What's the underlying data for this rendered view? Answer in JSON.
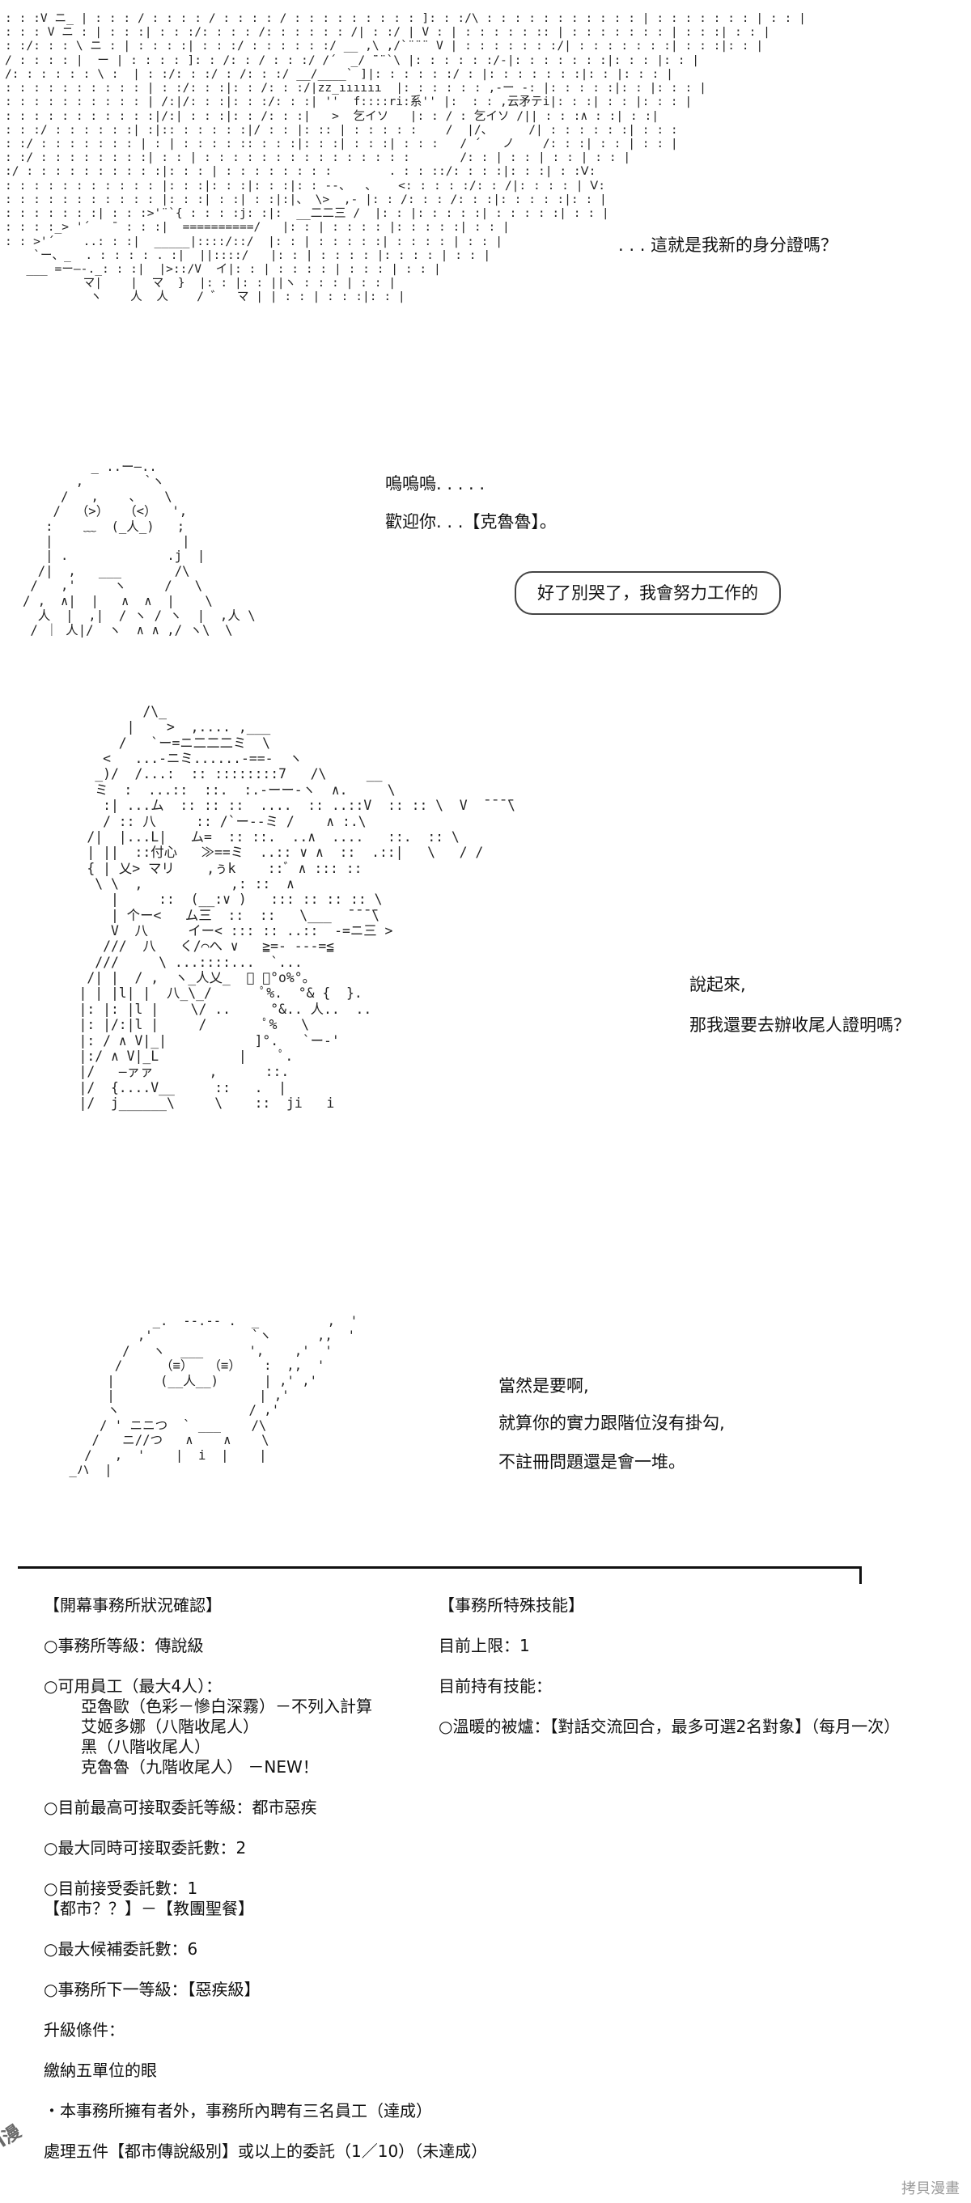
{
  "scene1": {
    "dialogue": ". . . 這就是我新的身分證嗎？",
    "art": ": : :V ニ_ | : : : / : : : : / : : : : / : : : : : : : : : ]: : :/\\ : : : : : : : : : : : | : : : : : : : | : : |\n: : : V ニ : | : : :| : : :/: : : : /: : : : : : /| : :/ | V : | : : : : : :: | : : : : : : : | : : :| : : |\n: :/: : : \\ ニ : | : : : :| : : :/ : : : : : :/ __ ,\\ ,/`¨¨¨ V | : : : : : : :/| : : : : : : :| : : :|: : |\n/ : : : : |  ー | : : : : ]: : /: : / : : :/ /´  _/ ̄¨¨`\\ |: : : : : :/-|: : : : : : :|: : : |: : |\n/: : : : : : \\ :  | : :/: : :/ : /: : :/ __/____` ]|: : : : : :/ : |: : : : : : :|: : |: : : |\n: : : : : : : : : : | : :/: : :|: : /: : :/|zz_ıııııı  |: : : : : : ,-ー -: |: : : : :|: : |: : : |\n: : : : : : : : : : | /:|/: : :|: : :/: : :| ''  f::::ri:系'' |:  : : ,云矛テi|: : :| : : |: : : |\n: : : : : : : : : : :|/:| : : :|: : /: : :|   >  乞イソ   |: : / : 乞イソ /|| : : :∧ : :| : :|\n: : :/ : : : : : :| :|:: : : : : :|/ : : |: :: | : : : : :    /  |/、     /| : : : : : :| : : :\n: :/ : : : : : : : | : | : : : : :: : : :|: : :| : : :| : : :   / ´   ノ    /: : :| : : | : : |\n: :/ : : : : : : : :| : : | : : : : : : : : : : : : : : :       /: : | : : | : : | : : |\n:/ : : : : : : : : : :|: : : | : : : : : : : :        . : : ::/: : : :|: : :| : :Ⅴ:\n: : : : : : : : : : : |: : :|: : :|: : :|: : --、  、   <: : : : :/: : /|: : : : | Ⅴ:\n: : : : : : : : : : : |: : :| : :| : :|:|、 \\>  ,- |: : /: : : /: : :|: : : : :|: : |\n: : : : : : :| : : :>'¨`{ : : : :j: :|:  __二二三 /  |: : |: : : : :| : : : : :| : : |\n: : : :_> '´   ¯ : : :|  ==========/   |: : | : : : : |: : : : :| : : |\n: : >'´    ..: : :|  _____|::::/::/  |: : | : : : : :| : : : : | : : |\n    `ー、_  . : : : : . :|  ||::::/   |: : | : : : : |: : : : | : : |\n   ___ =ー―-._: : :|  |>::/V  イ|: : | : : : : | : : : | : : |\n           マ|    |  マ  }  |: : |: : ||ヽ : : : | : : |\n            ヽ    人  人    / ゛  マ | | : : | : : :|: : |"
  },
  "scene2": {
    "line1": "嗚嗚嗚. . . . .",
    "line2": "歡迎你. . .【克魯魯】。",
    "bubble": "好了別哭了，我會努力工作的",
    "art": "         _ ..ー―..\n       ,        `ヽ\n     /   ,    、   \\\n    /  （>）  （<）  ',\n   :    ﹏  (_人_)   ;\n   |                 |\n   | .             .j  |\n  /|  ,   ___       /\\\n /   ,'     ヽ     /   \\\n/ ,  ∧|  |   ∧  ∧  |    \\\n  人  |  ,|  / ヽ / ヽ  |  ,人 \\\n / ｜ 人|/  ヽ  ∧ ∧ ,/ ヽ\\  \\"
  },
  "scene3": {
    "line1": "說起來,",
    "line2": "那我還要去辦收尾人證明嗎？",
    "art": "            /\\_\n          |    >  ,.... ,___\n         /   `ー=ニ二二二ミ  \\\n       <   ...-ニミ......-==-  ヽ\n      _)/  /...:  :: ::::::::7   /\\     __\n      ミ  :  ...::  ::.  :.-ーー‐ヽ  ∧.     \\\n       :| ...ム  :: :: ::  ....  :: ..::V  :: :: \\  V  ̄ ̄ ̄ ̄\\\n       / :: 八     :: /`ー--ミ /    ∧ :.\\\n     /|  |...L|   ム=  :: ::.  ..∧  ....   ::.  :: \\\n     | ||  ::付心   ≫==ミ  ..:: ∨ ∧  ::  .::|   \\   / /\n     { | 乂> マリ    ,ぅk    ::ﾞ ∧ ::: ::\n      \\ \\  ,           ,: ::  ∧\n        |     ::  (__:∨ )   ::: :: :: :: \\\n        | 个ー<   ム三  ::  ::   \\___  ̄ ̄ ̄ ̄\\\n        V  八     イー< ::: :: ..::  -=ニ三 >\n       ///  八   く/⌒へ ∨   ≧=- ---=≦\n      ///     \\ ...::::...  `...\n     /| |  / ,  ヽ_人乂_  ゙ ﾟ°o%°。\n    | | |l| |  八_\\_/      ﾟ%.  °& {  }.\n    |: |: |l |    \\/ ..     °&.. 人..  ..\n    |: |/:|l |     /       ﾟ%   \\\n    |: / ∧ V|_|           ]°.   `ー-'\n    |:/ ∧ V|_L          |    ﾟ.\n    |/   ―ァァ       ,      ::.\n    |/  {....V__     ::   .  |\n    |/  j______\\     \\    ::  ji   i"
  },
  "scene4": {
    "line1": "當然是要啊,",
    "line2": "就算你的實力跟階位沒有掛勾,",
    "line3": "不註冊問題還是會一堆。",
    "art": "            _.  --.-- .  _         ,  '\n          ,'             `ヽ      ,,  '\n        /   ヽ  ___      ',    ,'  '\n       /     （≡）  （≡）   :  ,,  '\n      |      (__人__)      | ,' ,'\n      |                   | ,'\n      ヽ                 / ,'\n     / ' ニニつ  ` ___    /\\\n    /   ニ//つ   ∧    ∧    \\\n   /   ,  '    |  i  |    |\n _ハ  |"
  },
  "status": {
    "left_title": "【開幕事務所狀況確認】",
    "rank": "○事務所等級：傳說級",
    "staff_header": "○可用員工（最大4人）：",
    "staff": [
      "亞魯歐（色彩－慘白深霧）－不列入計算",
      "艾姬多娜（八階收尾人）",
      "黑（八階收尾人）",
      "克魯魯（九階收尾人）  －NEW！"
    ],
    "max_request": "○目前最高可接取委託等級：都市惡疾",
    "concurrent": "○最大同時可接取委託數：2",
    "current_accept": "○目前接受委託數：1",
    "current_list": "【都市？？】－【教團聖餐】",
    "max_candidates": "○最大候補委託數：6",
    "next_rank": "○事務所下一等級：【惡疾級】",
    "upgrade_header": "升級條件：",
    "cond1": "繳納五單位的眼",
    "cond2": "・本事務所擁有者外，事務所內聘有三名員工（達成）",
    "cond3": "處理五件【都市傳說級別】或以上的委託（1／10）（未達成）",
    "right_title": "【事務所特殊技能】",
    "limit": "目前上限：1",
    "owned": "目前持有技能：",
    "skill": "○溫暖的被爐：【對話交流回合，最多可選2名對象】（每月一次）"
  },
  "watermark": {
    "left": "DM漫",
    "right": "拷貝漫畫"
  }
}
